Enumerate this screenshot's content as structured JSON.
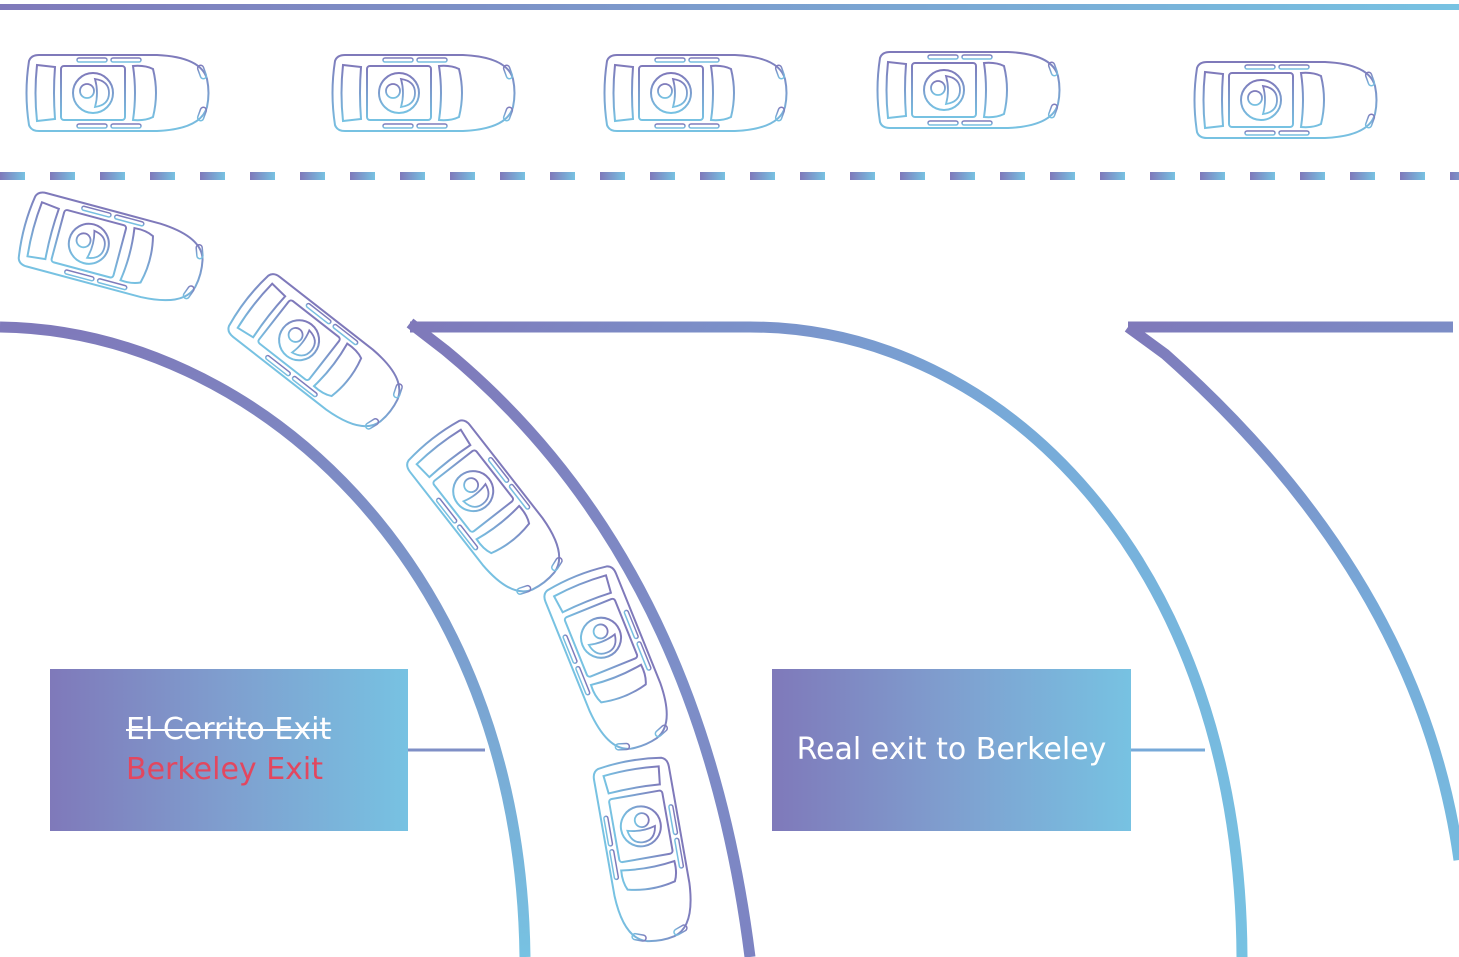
{
  "signs": {
    "left": {
      "old_label": "El Cerrito Exit",
      "new_label": "Berkeley Exit",
      "new_label_color": "#e2475f"
    },
    "right": {
      "label": "Real exit to Berkeley"
    }
  },
  "colors": {
    "gradient_start": "#7f79ba",
    "gradient_end": "#77c2e2",
    "background": "#ffffff"
  },
  "highway_cars_count": 5,
  "exiting_cars_count": 5
}
